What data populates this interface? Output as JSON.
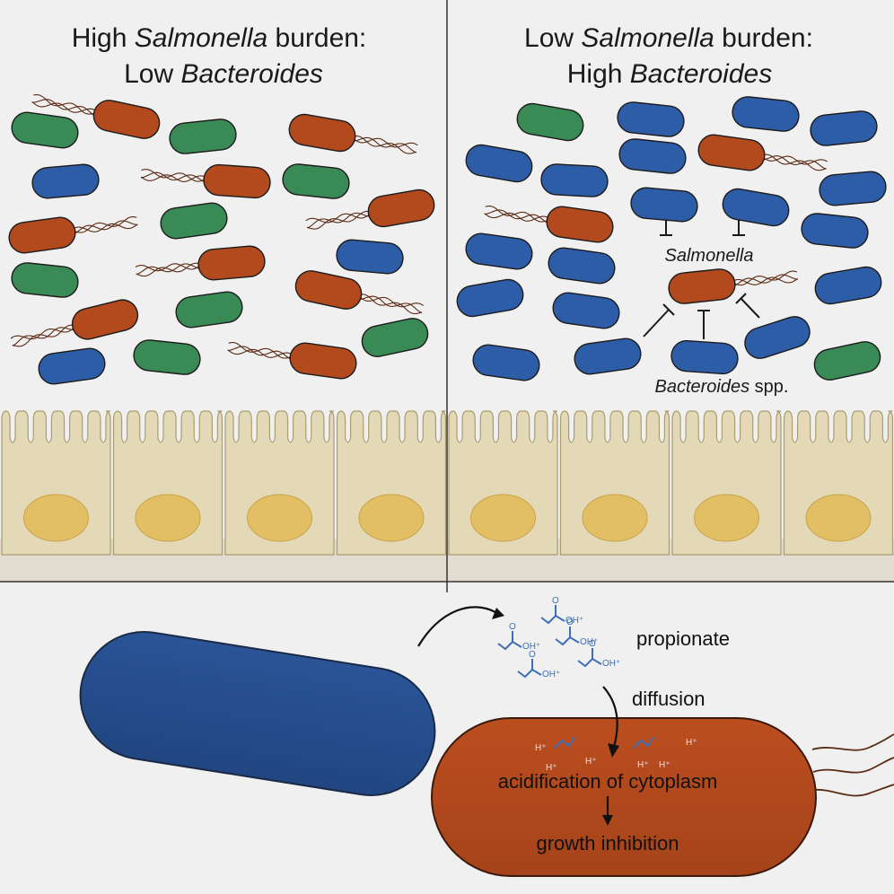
{
  "colors": {
    "background": "#f0f0f0",
    "salmonella": "#b24a1e",
    "bacteroides": "#2e5da8",
    "other_bacteria": "#3a8a55",
    "epithelium": "#e2d8b4",
    "nucleus": "#e0bf62",
    "molecule": "#3d6fb7"
  },
  "left_panel": {
    "title_line1_pre": "High ",
    "title_line1_italic": "Salmonella",
    "title_line1_post": " burden:",
    "title_line2_pre": "Low ",
    "title_line2_italic": "Bacteroides"
  },
  "right_panel": {
    "title_line1_pre": "Low ",
    "title_line1_italic": "Salmonella",
    "title_line1_post": " burden:",
    "title_line2_pre": "High ",
    "title_line2_italic": "Bacteroides",
    "label_salmonella": "Salmonella",
    "label_bacteroides_italic": "Bacteroides",
    "label_bacteroides_post": " spp."
  },
  "bottom_panel": {
    "label_propionate": "propionate",
    "label_diffusion": "diffusion",
    "label_acidification": "acidification of cytoplasm",
    "label_growth": "growth inhibition",
    "proton": "H⁺",
    "oh_label": "OH⁺",
    "o_label": "O"
  }
}
